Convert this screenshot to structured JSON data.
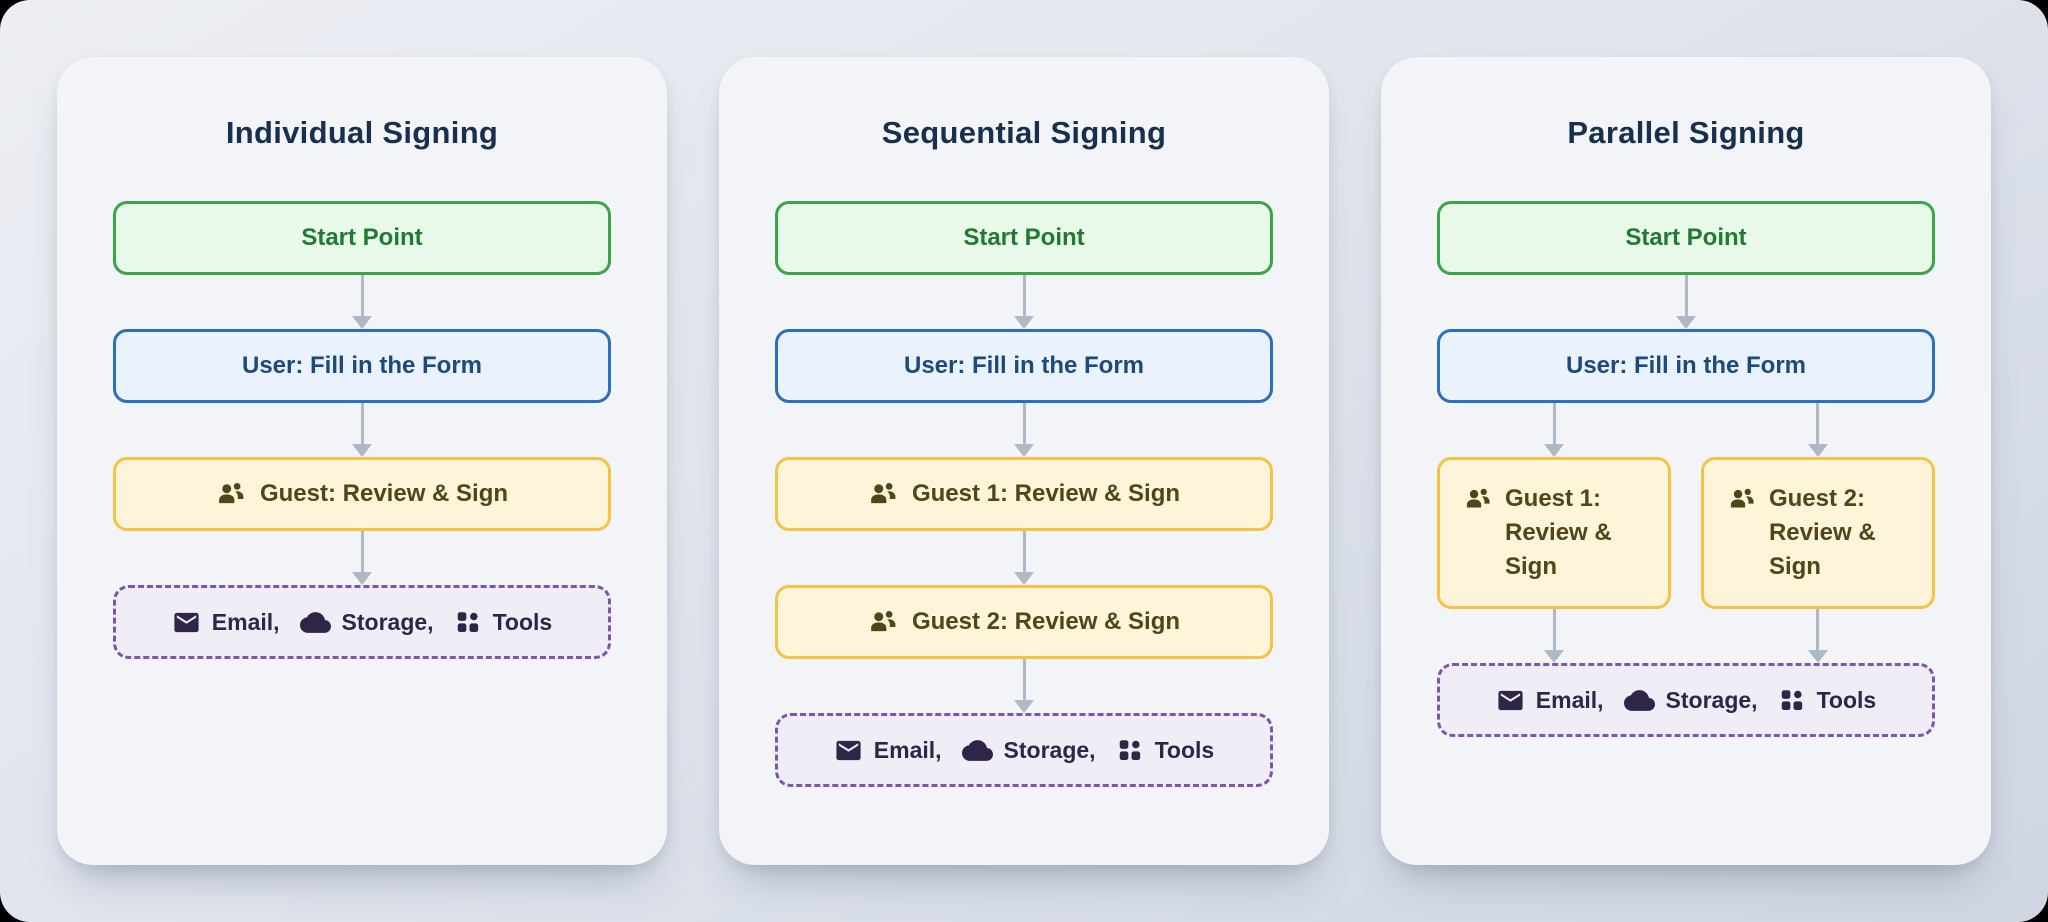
{
  "colors": {
    "page_background_top": "#eceef3",
    "page_background_bottom": "#cfd6e1",
    "card_background": "#f2f4f7",
    "title_text": "#18304d",
    "start_fill": "#e8f9e9",
    "start_border": "#3aa446",
    "start_text": "#217a31",
    "user_fill": "#e9f2fd",
    "user_border": "#2b6fc0",
    "user_text": "#1d4a7d",
    "guest_fill": "#fdf4da",
    "guest_border": "#f3c444",
    "guest_text": "#52451a",
    "integrations_fill": "#f1edf7",
    "integrations_border": "#7a56ad",
    "integrations_text": "#2e2547",
    "arrow": "#adb9c7"
  },
  "icons": {
    "guest": "people-icon",
    "email": "email-icon",
    "storage": "cloud-icon",
    "tools": "apps-icon"
  },
  "cards": [
    {
      "title": "Individual Signing",
      "start_label": "Start Point",
      "user_label": "User: Fill in the Form",
      "guests": [
        {
          "label": "Guest: Review & Sign"
        }
      ],
      "integrations": [
        {
          "icon": "email-icon",
          "label": "Email,"
        },
        {
          "icon": "cloud-icon",
          "label": "Storage,"
        },
        {
          "icon": "apps-icon",
          "label": "Tools"
        }
      ]
    },
    {
      "title": "Sequential Signing",
      "start_label": "Start Point",
      "user_label": "User: Fill in the Form",
      "guests": [
        {
          "label": "Guest 1: Review & Sign"
        },
        {
          "label": "Guest 2: Review & Sign"
        }
      ],
      "integrations": [
        {
          "icon": "email-icon",
          "label": "Email,"
        },
        {
          "icon": "cloud-icon",
          "label": "Storage,"
        },
        {
          "icon": "apps-icon",
          "label": "Tools"
        }
      ]
    },
    {
      "title": "Parallel Signing",
      "start_label": "Start Point",
      "user_label": "User: Fill in the Form",
      "guests": [
        {
          "label": "Guest 1: Review & Sign"
        },
        {
          "label": "Guest 2: Review & Sign"
        }
      ],
      "integrations": [
        {
          "icon": "email-icon",
          "label": "Email,"
        },
        {
          "icon": "cloud-icon",
          "label": "Storage,"
        },
        {
          "icon": "apps-icon",
          "label": "Tools"
        }
      ]
    }
  ]
}
